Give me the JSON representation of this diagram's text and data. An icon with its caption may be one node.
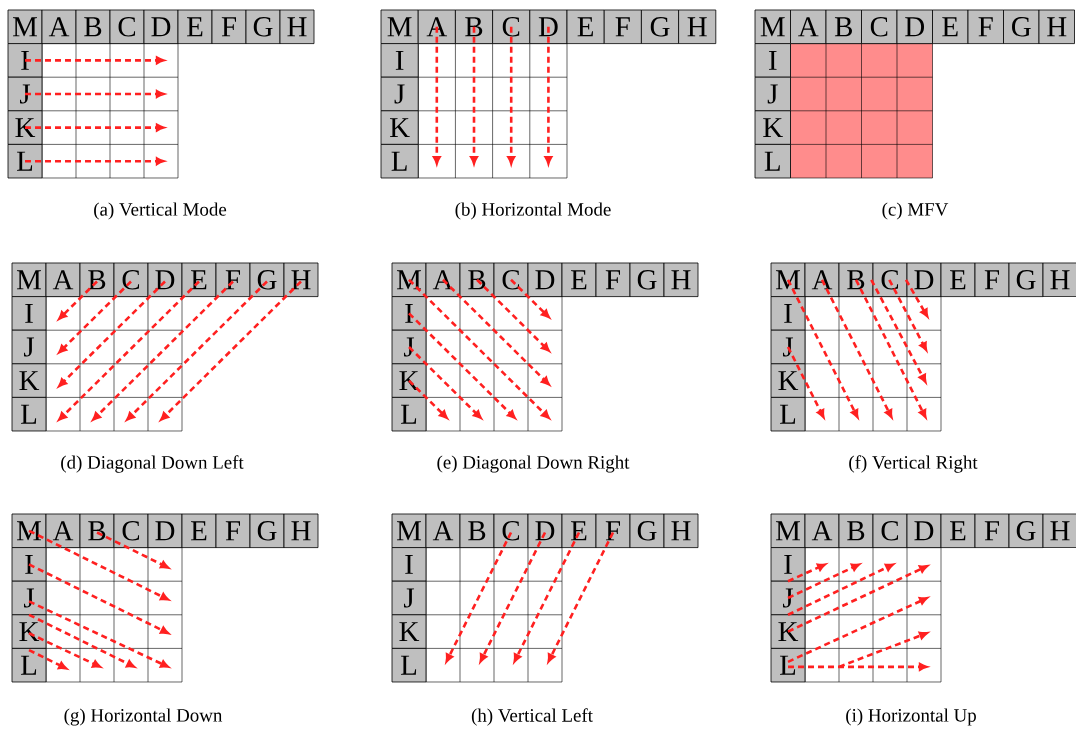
{
  "diagram": {
    "labels": [
      "M",
      "A",
      "B",
      "C",
      "D",
      "E",
      "F",
      "G",
      "H",
      "I",
      "J",
      "K",
      "L",
      "(a) Vertical Mode",
      "M",
      "A",
      "B",
      "C",
      "D",
      "E",
      "F",
      "G",
      "H",
      "I",
      "J",
      "K",
      "L",
      "(b) Horizontal Mode",
      "M",
      "A",
      "B",
      "C",
      "D",
      "E",
      "F",
      "G",
      "H",
      "I",
      "J",
      "K",
      "L",
      "(c) MFV",
      "M",
      "A",
      "B",
      "C",
      "D",
      "E",
      "F",
      "G",
      "H",
      "I",
      "J",
      "K",
      "L",
      "(d) Diagonal Down Left",
      "M",
      "A",
      "B",
      "C",
      "D",
      "E",
      "F",
      "G",
      "H",
      "I",
      "J",
      "K",
      "L",
      "(e) Diagonal Down Right",
      "M",
      "A",
      "B",
      "C",
      "D",
      "E",
      "F",
      "G",
      "H",
      "I",
      "J",
      "K",
      "L",
      "(f) Vertical Right",
      "M",
      "A",
      "B",
      "C",
      "D",
      "E",
      "F",
      "G",
      "H",
      "I",
      "J",
      "K",
      "L",
      "(g) Horizontal Down",
      "M",
      "A",
      "B",
      "C",
      "D",
      "E",
      "F",
      "G",
      "H",
      "I",
      "J",
      "K",
      "L",
      "(h) Vertical Left",
      "M",
      "A",
      "B",
      "C",
      "D",
      "E",
      "F",
      "G",
      "H",
      "I",
      "J",
      "K",
      "L",
      "(i) Horizontal Up"
    ]
  }
}
